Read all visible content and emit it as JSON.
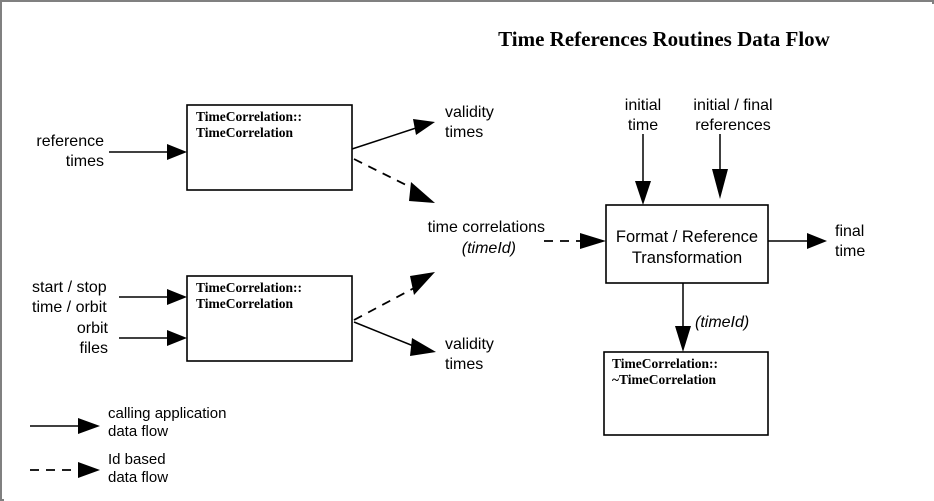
{
  "diagram": {
    "title": "Time References Routines Data Flow",
    "nodes": [
      {
        "id": "ctor1",
        "line1": "TimeCorrelation::",
        "line2": "TimeCorrelation"
      },
      {
        "id": "ctor2",
        "line1": "TimeCorrelation::",
        "line2": "TimeCorrelation"
      },
      {
        "id": "format",
        "line1": "Format / Reference",
        "line2": "Transformation"
      },
      {
        "id": "dtor",
        "line1": "TimeCorrelation::",
        "line2": "~TimeCorrelation"
      }
    ],
    "labels": {
      "reference_times_l1": "reference",
      "reference_times_l2": "times",
      "validity_times_top_l1": "validity",
      "validity_times_top_l2": "times",
      "validity_times_bottom_l1": "validity",
      "validity_times_bottom_l2": "times",
      "time_correlations": "time correlations",
      "time_correlations_id": "(timeId)",
      "start_stop_l1": "start / stop",
      "start_stop_l2": "time / orbit",
      "orbit_files_l1": "orbit",
      "orbit_files_l2": "files",
      "initial_time_l1": "initial",
      "initial_time_l2": "time",
      "initial_final_refs_l1": "initial / final",
      "initial_final_refs_l2": "references",
      "final_time_l1": "final",
      "final_time_l2": "time",
      "dtor_timeid": "(timeId)"
    },
    "legend": {
      "solid_l1": "calling application",
      "solid_l2": "data flow",
      "dashed_l1": "Id based",
      "dashed_l2": "data flow"
    },
    "colors": {
      "frame": "#808080",
      "canvas": "#ffffff",
      "stroke": "#000000",
      "text": "#000000"
    }
  }
}
